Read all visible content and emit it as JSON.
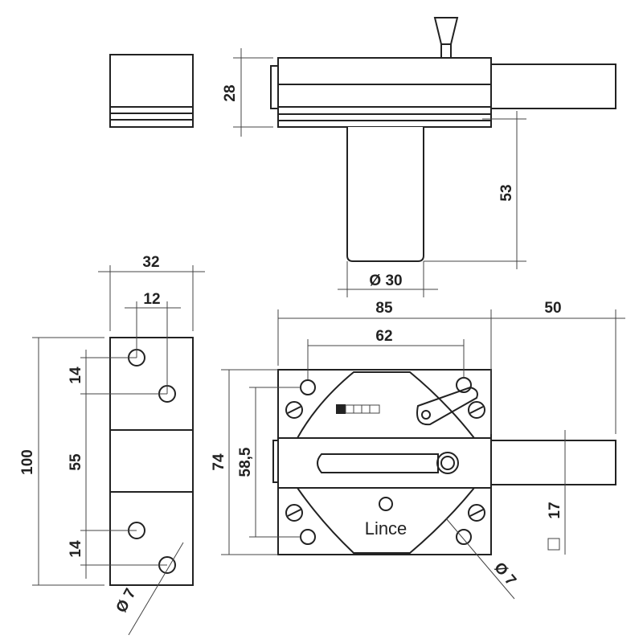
{
  "top_view": {
    "height": "28",
    "stem_length": "53",
    "stem_diameter": "Ø 30"
  },
  "strike_plate": {
    "width": "32",
    "hole_spacing_x": "12",
    "top_gap": "14",
    "middle_gap": "55",
    "bottom_gap": "14",
    "height": "100",
    "hole_diameter": "Ø 7"
  },
  "lock_body": {
    "width": "85",
    "hole_spacing": "62",
    "bolt_extension": "50",
    "height": "74",
    "hole_spacing_vertical": "58,5",
    "bolt_size": "17",
    "hole_diameter": "Ø 7",
    "brand": "Lince"
  }
}
